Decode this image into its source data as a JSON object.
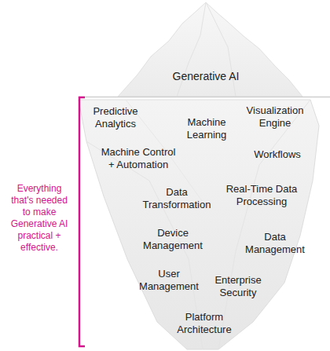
{
  "diagram": {
    "labels": [
      "Generative AI",
      "Predictive Analytics",
      "Visualization Engine",
      "Machine Learning",
      "Machine Control + Automation",
      "Workflows",
      "Data Transformation",
      "Real-Time Data Processing",
      "Device Management",
      "Data Management",
      "User Management",
      "Enterprise Security",
      "Platform Architecture",
      "Everything that's needed to make Generative AI practical + effective."
    ]
  }
}
